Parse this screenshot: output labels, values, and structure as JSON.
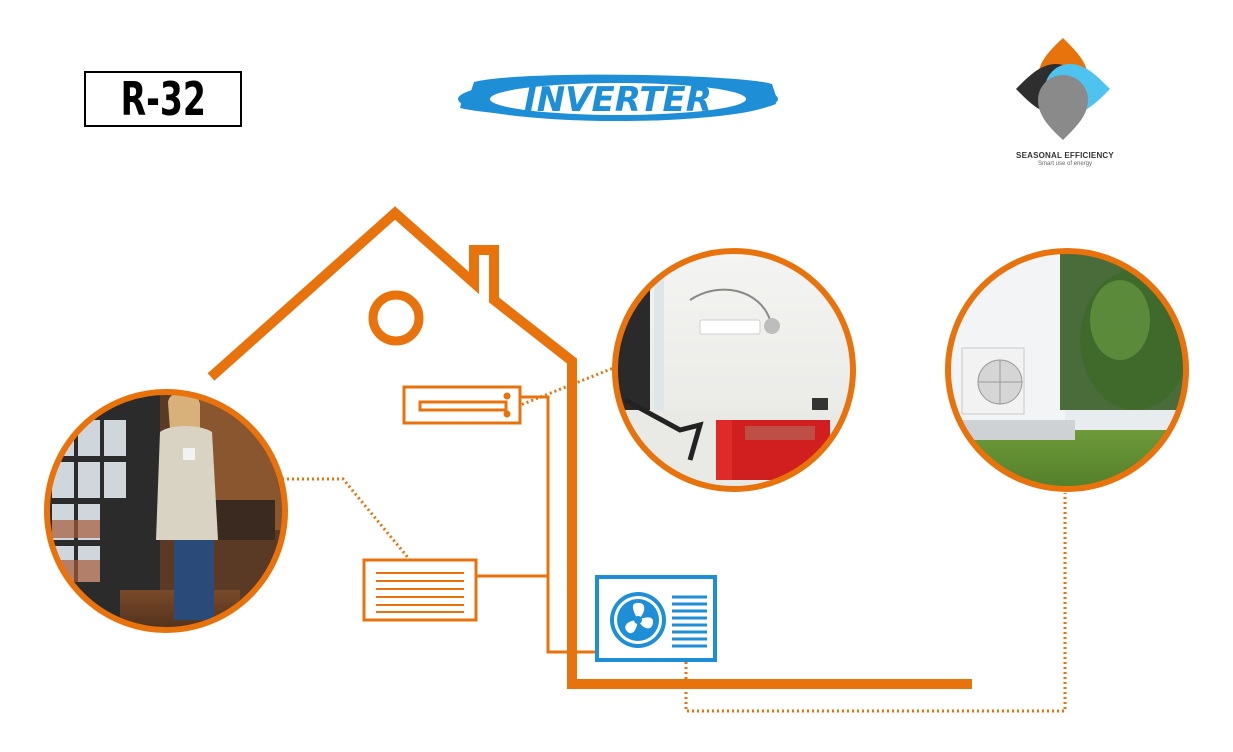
{
  "badges": {
    "refrigerant": "R-32",
    "inverter": "INVERTER"
  },
  "seasonal_efficiency": {
    "title": "SEASONAL EFFICIENCY",
    "subtitle": "Smart use of energy"
  },
  "colors": {
    "accent_orange": "#E8720C",
    "accent_blue": "#1E8FD6",
    "logo_grey": "#2E2E2E",
    "logo_light_blue": "#4FC3F0"
  },
  "icons": [
    "house-outline-icon",
    "wall-mounted-indoor-unit-icon",
    "radiator-unit-icon",
    "outdoor-fan-unit-icon",
    "seasonal-efficiency-logo-icon"
  ],
  "photos": [
    "woman-by-window-photo",
    "living-room-photo",
    "outdoor-unit-garden-photo"
  ]
}
